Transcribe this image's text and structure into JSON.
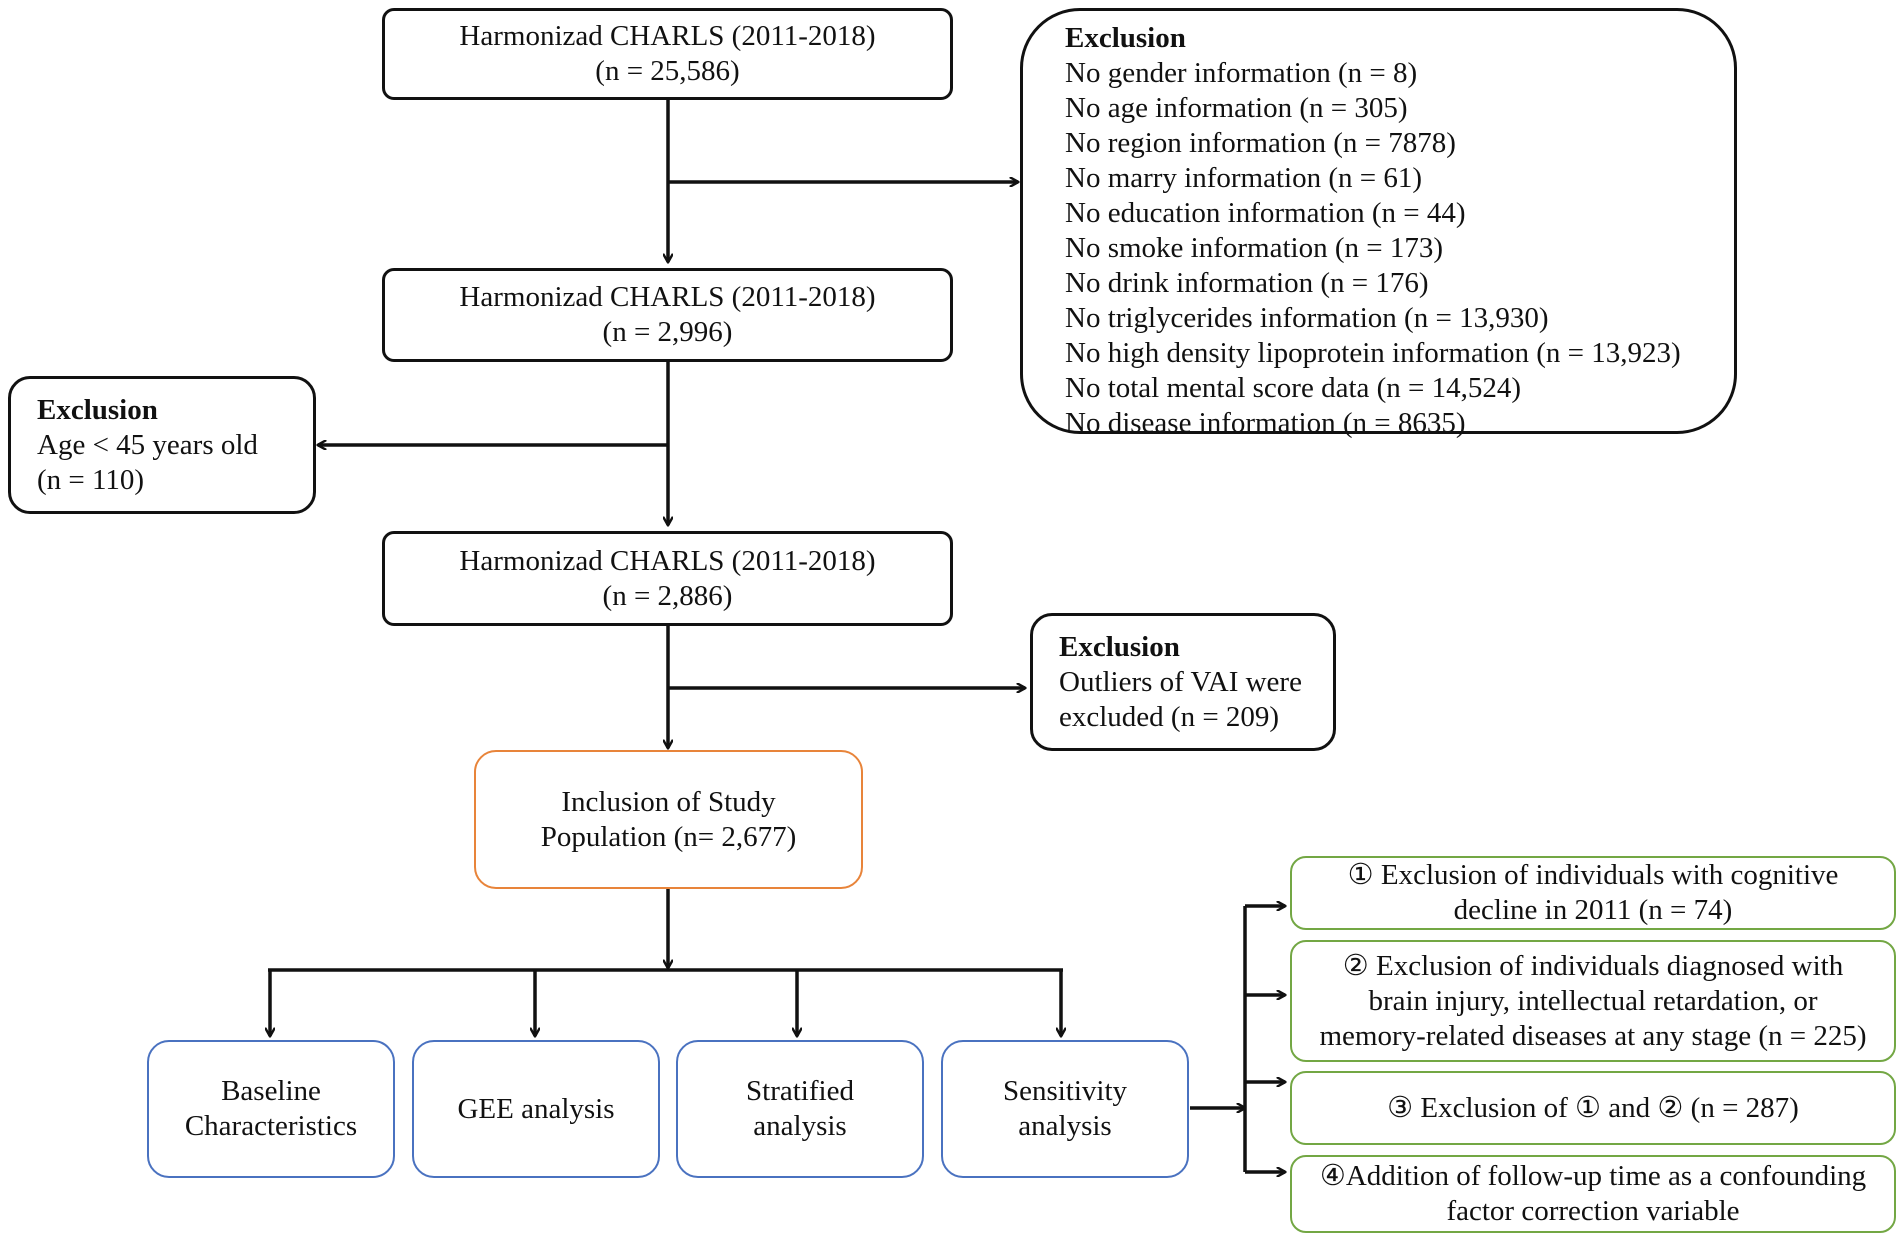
{
  "flow": {
    "box1": {
      "title": "Harmonizad CHARLS (2011-2018)",
      "n": "(n = 25,586)"
    },
    "box2": {
      "title": "Harmonizad CHARLS (2011-2018)",
      "n": "(n = 2,996)"
    },
    "box3": {
      "title": "Harmonizad CHARLS (2011-2018)",
      "n": "(n = 2,886)"
    },
    "inclusion": {
      "line1": "Inclusion of Study",
      "line2": "Population (n= 2,677)"
    }
  },
  "exclusion1": {
    "title": "Exclusion",
    "items": [
      "No gender information (n = 8)",
      "No age information (n = 305)",
      "No region information (n = 7878)",
      "No marry information (n = 61)",
      "No education information (n = 44)",
      "No smoke information (n = 173)",
      "No drink information (n = 176)",
      "No triglycerides information (n = 13,930)",
      "No high density lipoprotein information (n = 13,923)",
      "No total mental score data (n = 14,524)",
      "No disease information (n = 8635)"
    ]
  },
  "exclusion2": {
    "title": "Exclusion",
    "line1": "Age < 45 years old",
    "line2": "(n = 110)"
  },
  "exclusion3": {
    "title": "Exclusion",
    "line1": "Outliers of VAI were",
    "line2": "excluded (n = 209)"
  },
  "analyses": [
    {
      "line1": "Baseline",
      "line2": "Characteristics"
    },
    {
      "line1": "GEE analysis",
      "line2": ""
    },
    {
      "line1": "Stratified",
      "line2": "analysis"
    },
    {
      "line1": "Sensitivity",
      "line2": "analysis"
    }
  ],
  "sensitivity": [
    {
      "line1": "① Exclusion of individuals with cognitive",
      "line2": "decline in 2011 (n = 74)",
      "line3": ""
    },
    {
      "line1": "② Exclusion of individuals diagnosed with",
      "line2": "brain injury, intellectual retardation, or",
      "line3": "memory-related diseases at any stage (n = 225)"
    },
    {
      "line1": "③ Exclusion of ① and ② (n = 287)",
      "line2": "",
      "line3": ""
    },
    {
      "line1": "④Addition of follow-up time as a confounding",
      "line2": "factor correction variable",
      "line3": ""
    }
  ],
  "colors": {
    "line": "#111111",
    "orange": "#e8843a",
    "blue": "#4a72c0",
    "green": "#73a744"
  }
}
